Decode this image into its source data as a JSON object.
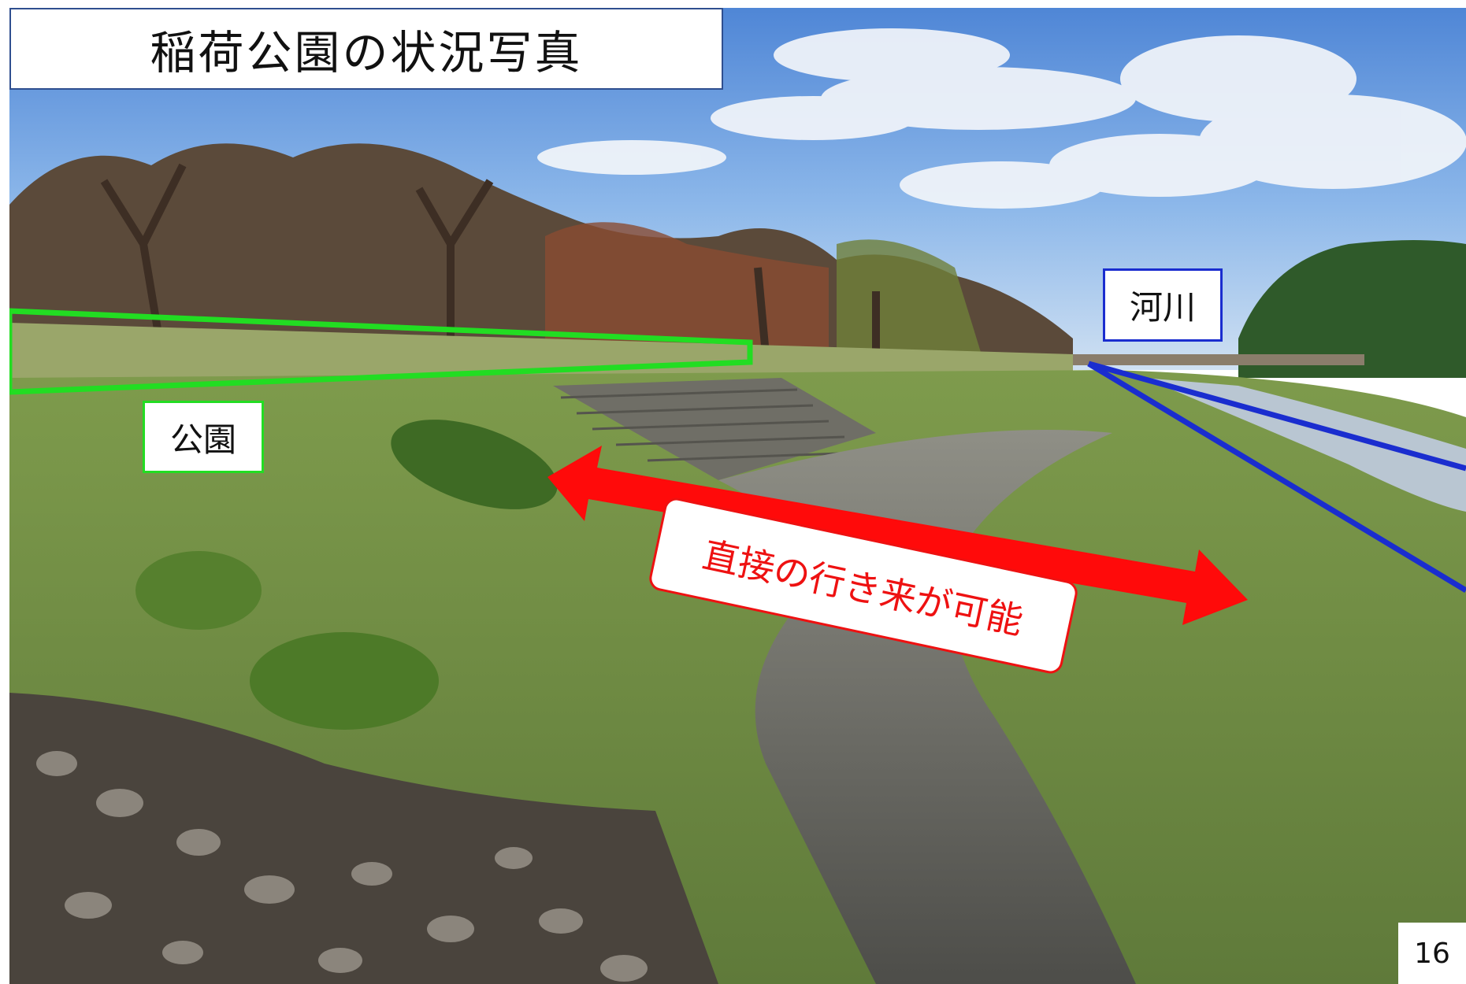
{
  "slide": {
    "title": "稲荷公園の状況写真",
    "page_number": "16"
  },
  "photo": {
    "subject": "riverside park with grassy embankment, stone path and trees under a partly cloudy sky"
  },
  "annotations": {
    "park_label": "公園",
    "river_label": "河川",
    "access_callout": "直接の行き来が可能"
  },
  "colors": {
    "park_outline": "#22dd22",
    "river_outline": "#1a2dcf",
    "arrow": "#ee1111",
    "title_border": "#2f4f8f"
  }
}
